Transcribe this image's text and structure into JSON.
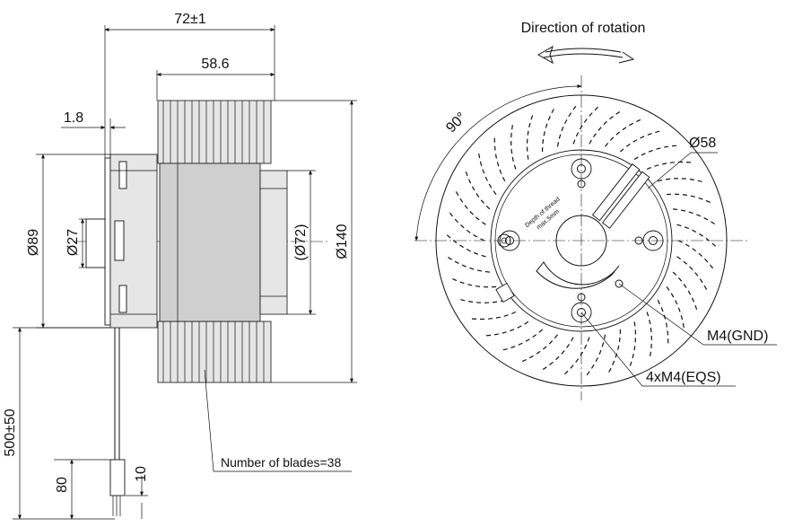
{
  "side_view": {
    "dim_overall_length": "72±1",
    "dim_body_length": "58.6",
    "dim_flange": "1.8",
    "dim_mount_dia": "Ø89",
    "dim_hub_dia": "Ø27",
    "dim_motor_dia": "(Ø72)",
    "dim_impeller_dia": "Ø140",
    "dim_cable_length": "500±50",
    "dim_strip_length": "80",
    "dim_wire_strip": "10",
    "blades_note": "Number of blades=38"
  },
  "front_view": {
    "rotation_label": "Direction of rotation",
    "angle_label": "90°",
    "dim_bolt_circle": "Ø58",
    "label_gnd": "M4(GND)",
    "label_eqs": "4xM4(EQS)",
    "engraving_line1": "Depth of thread",
    "engraving_line2": "max.5mm"
  }
}
